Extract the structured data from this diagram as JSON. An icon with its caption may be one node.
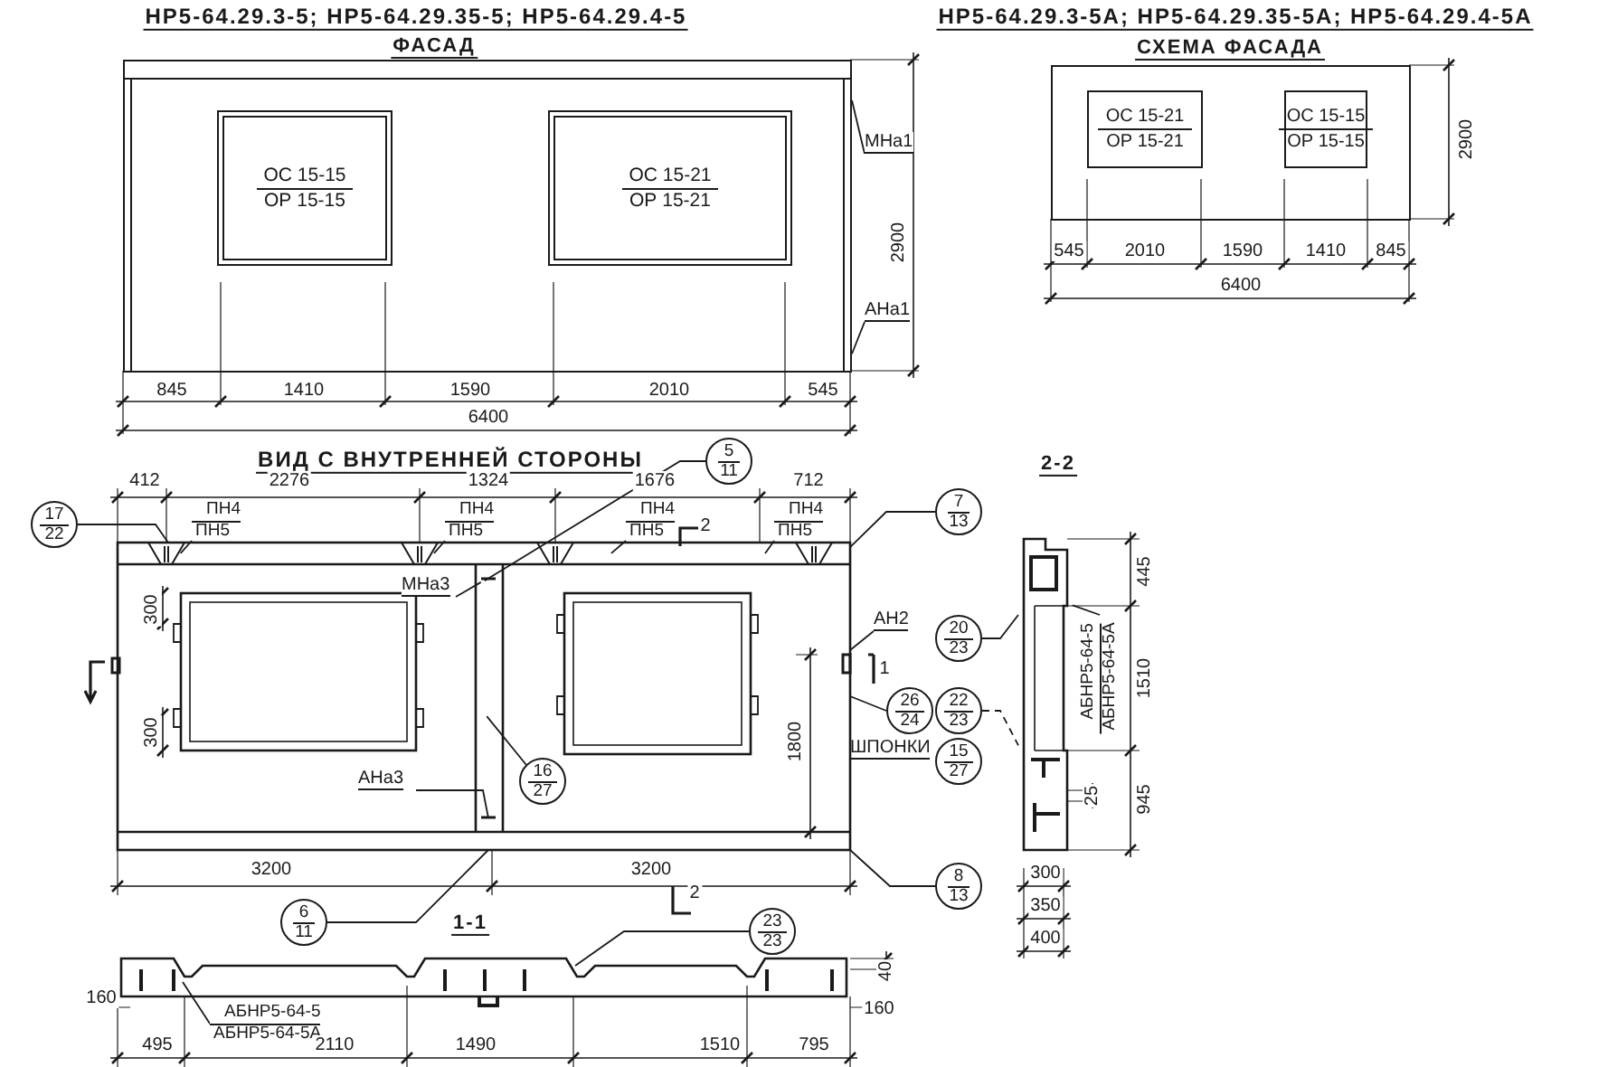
{
  "diagram": {
    "nodes": [
      {
        "text": [],
        "shape": "box"
      },
      {
        "text": [
          "ОС 15-15",
          "ОР 15-15"
        ],
        "in": 0
      },
      {
        "text": [
          "ОС 15-21",
          "ОР 15-21"
        ],
        "in": 0
      },
      {
        "text": [],
        "shape": "box"
      },
      {
        "text": [
          "ОС 15-21",
          "ОР 15-21"
        ],
        "in": 3
      },
      {
        "text": [
          "ОС 15-15",
          "ОР 15-15"
        ],
        "in": 3
      },
      {
        "text": [
          "МНа1"
        ]
      },
      {
        "text": [
          "АНа1"
        ]
      },
      {
        "text": [
          "17",
          "22"
        ]
      },
      {
        "text": [
          "5",
          "11"
        ]
      },
      {
        "text": [
          "ПН4",
          "ПН5"
        ]
      },
      {
        "text": [
          "ПН4",
          "ПН5"
        ]
      },
      {
        "text": [
          "ПН4",
          "ПН5"
        ]
      },
      {
        "text": [
          "ПН4",
          "ПН5"
        ]
      },
      {
        "text": [
          "7",
          "13"
        ]
      },
      {
        "text": [
          "МНа3"
        ],
        "in": 30
      },
      {
        "text": [
          "АН2"
        ]
      },
      {
        "text": [
          "20",
          "23"
        ]
      },
      {
        "text": [
          "26",
          "24"
        ]
      },
      {
        "text": [
          "22",
          "23"
        ]
      },
      {
        "text": [
          "ШПОНКИ"
        ]
      },
      {
        "text": [
          "15",
          "27"
        ]
      },
      {
        "text": [
          "АНа3"
        ],
        "in": 30
      },
      {
        "text": [
          "16",
          "27"
        ],
        "in": 30
      },
      {
        "text": [],
        "shape": "picture"
      },
      {
        "text": [
          "АБНР5-64-5",
          "АБНР5-64-5А"
        ]
      },
      {
        "text": [
          "8",
          "13"
        ]
      },
      {
        "text": [
          "6",
          "11"
        ]
      },
      {
        "text": [
          "23",
          "23"
        ]
      },
      {
        "text": [
          "АБНР5-64-5",
          "АБНР5-64-5А"
        ]
      },
      {
        "text": [],
        "shape": "box"
      }
    ],
    "edges": [
      {
        "from": 6,
        "to": 0,
        "arrow": "none"
      },
      {
        "from": 7,
        "to": 0,
        "arrow": "none"
      },
      {
        "from": 8,
        "to": 30,
        "arrow": "none"
      },
      {
        "from": 9,
        "to": 30,
        "arrow": "none"
      },
      {
        "from": 10,
        "to": 30,
        "arrow": "none"
      },
      {
        "from": 11,
        "to": 30,
        "arrow": "none"
      },
      {
        "from": 12,
        "to": 30,
        "arrow": "none"
      },
      {
        "from": 13,
        "to": 30,
        "arrow": "none"
      },
      {
        "from": 14,
        "to": 30,
        "arrow": "none"
      },
      {
        "from": 15,
        "to": 30,
        "arrow": "none"
      },
      {
        "from": 16,
        "to": 30,
        "arrow": "none"
      },
      {
        "from": 17,
        "to": 24,
        "arrow": "none"
      },
      {
        "from": 18,
        "to": 30,
        "arrow": "none"
      },
      {
        "from": 19,
        "to": 24,
        "arrow": "none",
        "style": "dashed"
      },
      {
        "from": 20,
        "to": 30,
        "arrow": "none"
      },
      {
        "from": 22,
        "to": 30,
        "arrow": "none"
      },
      {
        "from": 23,
        "to": 30,
        "arrow": "none"
      },
      {
        "from": 25,
        "to": 24,
        "arrow": "none"
      },
      {
        "from": 26,
        "to": 30,
        "arrow": "none"
      },
      {
        "from": 27,
        "to": 30,
        "arrow": "none"
      },
      {
        "from": 28,
        "to": null,
        "arrow": "none"
      },
      {
        "from": 29,
        "to": null,
        "arrow": "none"
      }
    ],
    "labels": [
      "НР5-64.29.3-5; НР5-64.29.35-5; НР5-64.29.4-5",
      "НР5-64.29.3-5А; НР5-64.29.35-5А; НР5-64.29.4-5А",
      "ФАСАД",
      "СХЕМА ФАСАДА",
      "2900",
      "2900",
      "845",
      "1410",
      "1590",
      "2010",
      "545",
      "545",
      "2010",
      "1590",
      "1410",
      "845",
      "6400",
      "6400",
      "ВИД С ВНУТРЕННЕЙ СТОРОНЫ",
      "2-2",
      "412",
      "2276",
      "1324",
      "1676",
      "712",
      "2",
      "445",
      "300",
      "300",
      "1",
      "1510",
      "1800",
      "945",
      "25",
      "3200",
      "3200",
      "300",
      "350",
      "400",
      "1-1",
      "2",
      "40",
      "160",
      "160",
      "495",
      "2110",
      "1490",
      "1510",
      "795"
    ]
  }
}
